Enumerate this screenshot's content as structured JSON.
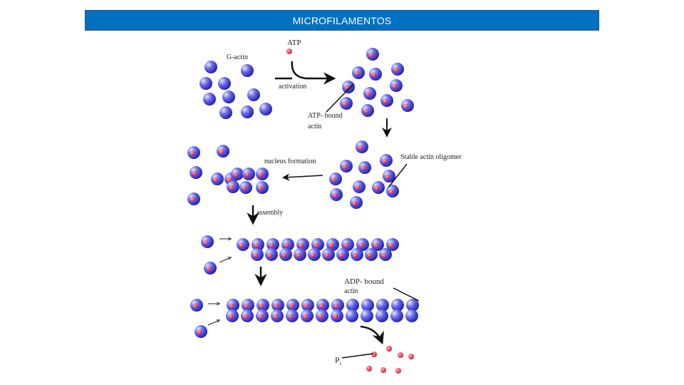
{
  "slide": {
    "title": "MICROFILAMENTOS"
  },
  "diagram": {
    "labels": {
      "g_actin": "G-actin",
      "atp": "ATP",
      "activation": "activation",
      "atp_bound_line1": "ATP- bound",
      "atp_bound_line2": "actin",
      "stable_oligomer": "Stable actin oligomer",
      "nucleus_formation": "nucleus formation",
      "assembly": "assembly",
      "adp_bound_line1": "ADP- bound",
      "adp_bound_line2": "actin",
      "pi": "P",
      "pi_sub": "i"
    },
    "colors": {
      "actin_blue": "#3a3ad0",
      "actin_highlight": "#d8d8ff",
      "atp_red": "#e8102a",
      "phosphate_red": "#e84050",
      "arrow": "#111111"
    }
  }
}
